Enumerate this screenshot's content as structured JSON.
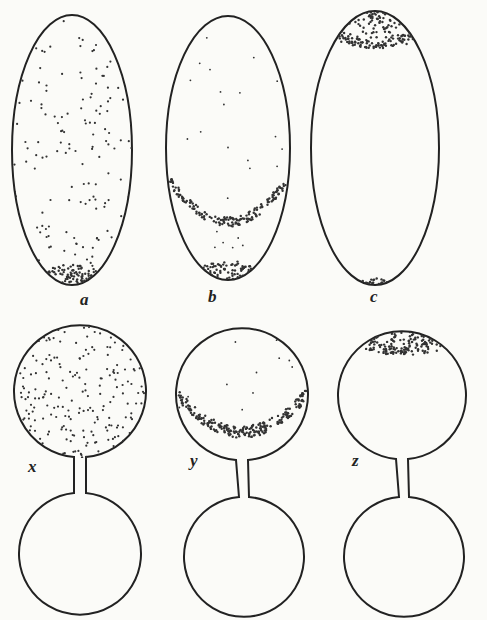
{
  "diagram": {
    "labels": [
      "a",
      "b",
      "c",
      "x",
      "y",
      "z"
    ]
  }
}
